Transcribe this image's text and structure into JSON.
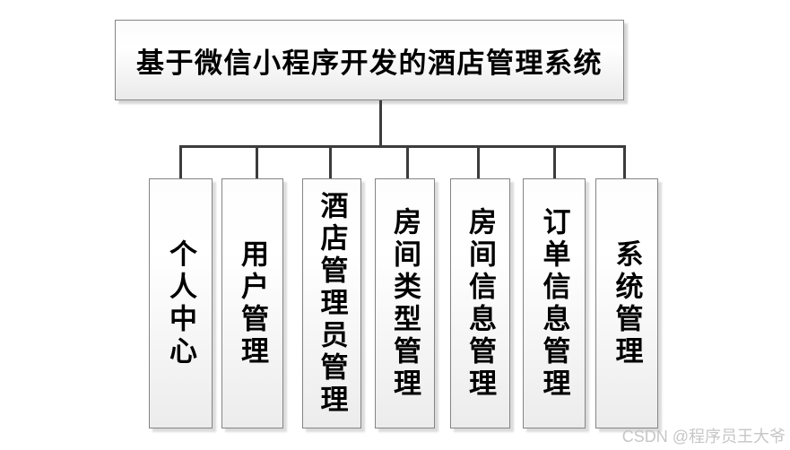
{
  "diagram": {
    "root": {
      "label": "基于微信小程序开发的酒店管理系统"
    },
    "modules": [
      {
        "label": "个人中心"
      },
      {
        "label": "用户管理"
      },
      {
        "label": "酒店管理员管理"
      },
      {
        "label": "房间类型管理"
      },
      {
        "label": "房间信息管理"
      },
      {
        "label": "订单信息管理"
      },
      {
        "label": "系统管理"
      }
    ]
  },
  "watermark": {
    "text": "CSDN @程序员王大爷"
  },
  "colors": {
    "line": "#3c3c3c",
    "box_border": "#848484",
    "watermark": "#c6c6c6",
    "text": "#000000",
    "bg": "#ffffff"
  }
}
